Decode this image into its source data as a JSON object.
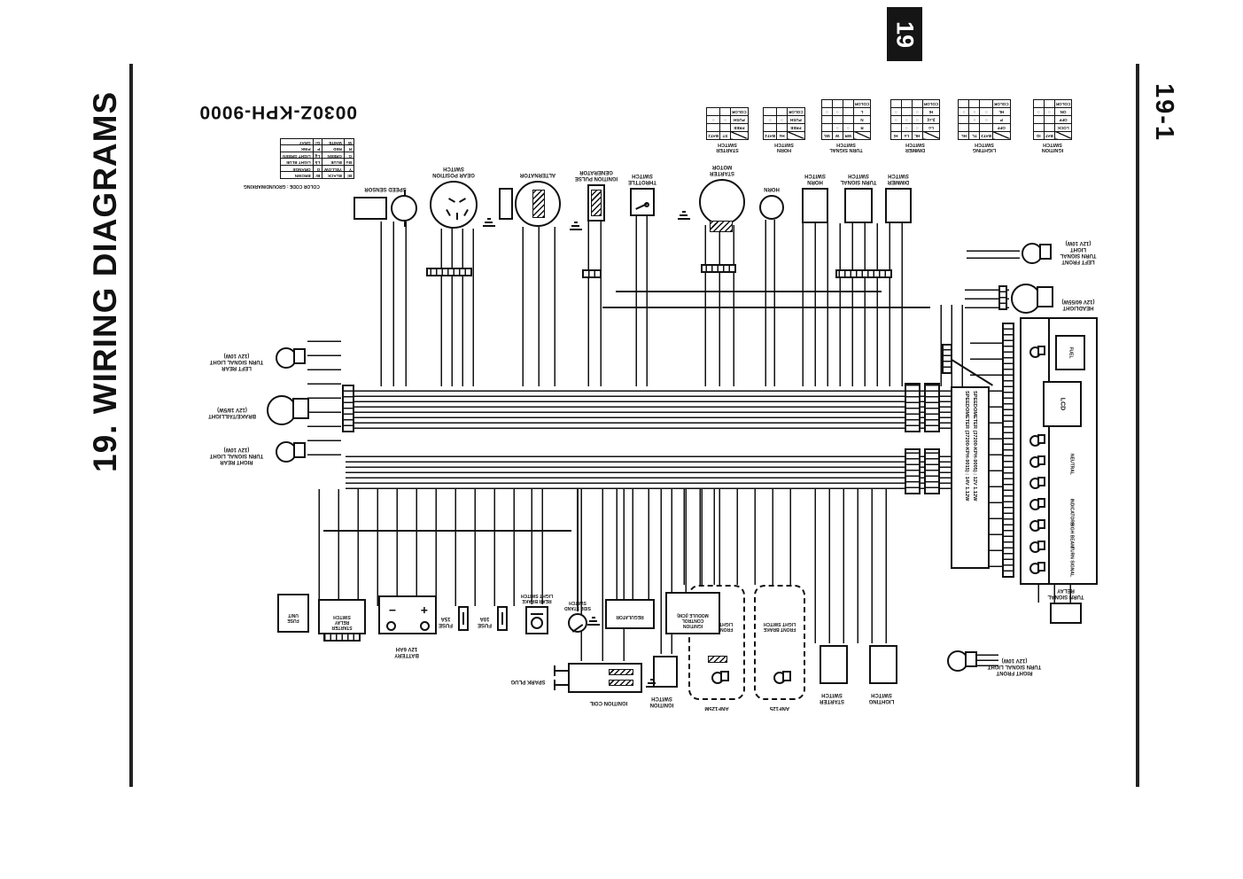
{
  "page": {
    "left_title": "19. WIRING DIAGRAMS",
    "chapter_tab": "19",
    "page_number": "19-1"
  },
  "diagram": {
    "part_number": "0030Z-KPH-9000",
    "color_code": {
      "title": "COLOR CODE : GROUND/MARKING",
      "rows": [
        [
          "Bl",
          "BLACK",
          "Br",
          "BROWN"
        ],
        [
          "Y",
          "YELLOW",
          "O",
          "ORANGE"
        ],
        [
          "Bu",
          "BLUE",
          "Lb",
          "LIGHT BLUE"
        ],
        [
          "G",
          "GREEN",
          "Lg",
          "LIGHT GREEN"
        ],
        [
          "R",
          "RED",
          "P",
          "PINK"
        ],
        [
          "W",
          "WHITE",
          "Gr",
          "GRAY"
        ]
      ]
    },
    "speedometer_note": "SPEEDOMETER (37200-KPH-9005) : 12V 1.12W\nSPEEDOMETER (37200-KPH-9015) : 14V 1.12W",
    "switch_tables": [
      {
        "title": "IGNITION\nSWITCH",
        "cols": [
          "BAT",
          "IG"
        ],
        "rows": [
          [
            "LOCK",
            "",
            ""
          ],
          [
            "OFF",
            "",
            ""
          ],
          [
            "ON",
            "○",
            "○"
          ]
        ],
        "footer": "COLOR"
      },
      {
        "title": "LIGHTING\nSWITCH",
        "cols": [
          "BAT3",
          "TL",
          "HL"
        ],
        "rows": [
          [
            "OFF",
            "",
            "",
            ""
          ],
          [
            "P",
            "○",
            "○",
            ""
          ],
          [
            "HL",
            "○",
            "○",
            "○"
          ]
        ],
        "footer": "COLOR"
      },
      {
        "title": "DIMMER\nSWITCH",
        "cols": [
          "HL",
          "Lo",
          "Hi"
        ],
        "rows": [
          [
            "Lo",
            "○",
            "○",
            ""
          ],
          [
            "(Lo)",
            "○",
            "○",
            "○"
          ],
          [
            "Hi",
            "○",
            "",
            "○"
          ]
        ],
        "footer": "COLOR"
      },
      {
        "title": "TURN SIGNAL\nSWITCH",
        "cols": [
          "WR",
          "W",
          "WL"
        ],
        "rows": [
          [
            "R",
            "○",
            "○",
            ""
          ],
          [
            "N",
            "",
            "",
            ""
          ],
          [
            "L",
            "",
            "○",
            "○"
          ]
        ],
        "footer": "COLOR"
      },
      {
        "title": "HORN\nSWITCH",
        "cols": [
          "Ho",
          "BAT4"
        ],
        "rows": [
          [
            "FREE",
            "",
            ""
          ],
          [
            "PUSH",
            "○",
            "○"
          ]
        ],
        "footer": "COLOR"
      },
      {
        "title": "STARTER\nSWITCH",
        "cols": [
          "ST",
          "BAT2"
        ],
        "rows": [
          [
            "FREE",
            "",
            ""
          ],
          [
            "PUSH",
            "○",
            "○"
          ]
        ],
        "footer": "COLOR"
      }
    ],
    "components": {
      "turn_signal_relay": "TURN SIGNAL\nRELAY",
      "right_front_turn_signal": "RIGHT FRONT\nTURN SIGNAL LIGHT\n(12V 10W)",
      "lighting_switch_pod": "LIGHTING\nSWITCH",
      "starter_switch_pod": "STARTER\nSWITCH",
      "front_brake_switch": "FRONT BRAKE\nLIGHT SWITCH",
      "variant_a": "ANF125",
      "variant_b": "ANF125M",
      "ignition_switch_pod": "IGNITION\nSWITCH",
      "ignition_coil": "IGNITION COIL",
      "spark_plug": "SPARK PLUG",
      "icm": "IGNITION\nCONTROL\nMODULE (ICM)",
      "regulator": "REGULATOR",
      "side_stand_switch": "SIDE STAND\nSWITCH",
      "rear_brake_switch": "REAR BRAKE\nLIGHT SWITCH",
      "fuse_a": "FUSE\n15A",
      "fuse_b": "FUSE\n10A",
      "battery": "BATTERY\n12V 6AH",
      "starter_relay": "STARTER\nRELAY\nSWITCH",
      "fuse_unit": "FUSE\nUNIT",
      "dimmer_switch_pod": "DIMMER\nSWITCH",
      "turn_signal_switch_pod": "TURN SIGNAL\nSWITCH",
      "horn_switch_pod": "HORN\nSWITCH",
      "horn": "HORN",
      "starter_motor": "STARTER\nMOTOR",
      "throttle_switch": "THROTTLE\nSWITCH",
      "pulse_generator": "IGNITION PULSE\nGENERATOR",
      "alternator": "ALTERNATOR",
      "gear_position_switch": "GEAR POSITION\nSWITCH",
      "speed_sensor": "SPEED SENSOR",
      "headlight": "HEADLIGHT\n(12V 60/55W)",
      "left_front_turn_signal": "LEFT FRONT\nTURN SIGNAL LIGHT\n(12V 10W)",
      "right_rear_turn_signal": "RIGHT REAR\nTURN SIGNAL LIGHT\n(12V 10W)",
      "brake_taillight": "BRAKE/TAILLIGHT\n(12V 18/5W)",
      "left_rear_turn_signal": "LEFT REAR\nTURN SIGNAL LIGHT\n(12V 10W)"
    },
    "meter": {
      "lcd": "LCD",
      "fuel": "FUEL",
      "turn_signal": "TURN SIGNAL",
      "high_beam": "HIGH BEAM",
      "indicators": "INDICATORS",
      "neutral": "NEUTRAL"
    }
  }
}
